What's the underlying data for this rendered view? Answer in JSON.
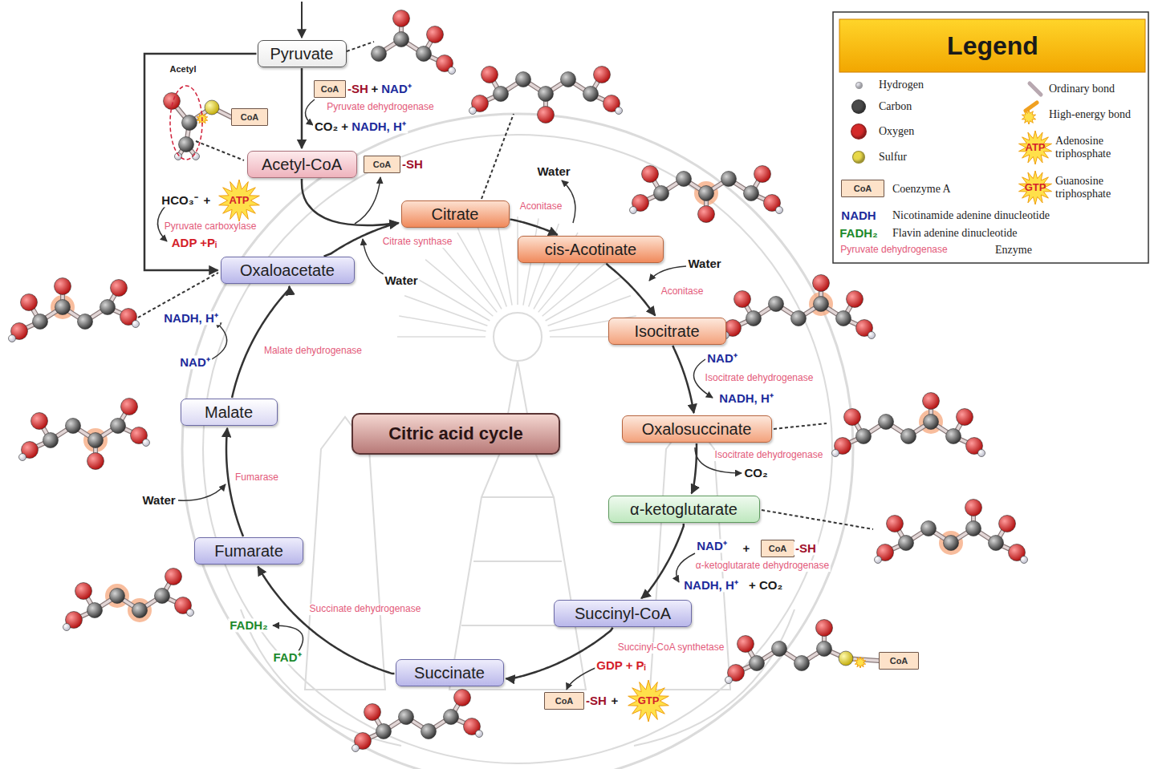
{
  "diagram": {
    "nodes": [
      {
        "text": [
          "Pyruvate"
        ]
      },
      {
        "text": [
          "CoA"
        ]
      },
      {
        "text": [
          "CoA"
        ]
      },
      {
        "text": [
          "Acetyl-CoA"
        ]
      },
      {
        "text": [
          "CoA"
        ]
      },
      {
        "text": [
          "Citrate"
        ]
      },
      {
        "text": [
          "cis-Acotinate"
        ]
      },
      {
        "text": [
          "Isocitrate"
        ]
      },
      {
        "text": [
          "Oxaloacetate"
        ]
      },
      {
        "text": [
          "Citric acid cycle"
        ]
      },
      {
        "text": [
          "Oxalosuccinate"
        ]
      },
      {
        "text": [
          "α-ketoglutarate"
        ]
      },
      {
        "text": [
          "CoA"
        ]
      },
      {
        "text": [
          "Malate"
        ]
      },
      {
        "text": [
          "Fumarate"
        ]
      },
      {
        "text": [
          "Succinyl-CoA"
        ]
      },
      {
        "text": [
          "CoA"
        ]
      },
      {
        "text": [
          "Succinate"
        ]
      },
      {
        "text": [
          "CoA"
        ]
      },
      {
        "text": [
          "CoA"
        ]
      }
    ],
    "edges": [
      {
        "from": 0,
        "to": 3,
        "arrow": "to",
        "label": "Pyruvate dehydrogenase"
      },
      {
        "from": 0,
        "to": 8,
        "arrow": "to",
        "label": "Pyruvate carboxylase"
      },
      {
        "from": 3,
        "to": 5,
        "arrow": "to"
      },
      {
        "from": 8,
        "to": 5,
        "arrow": "to",
        "label": "Citrate synthase"
      },
      {
        "from": 5,
        "to": 6,
        "arrow": "to",
        "label": "Aconitase"
      },
      {
        "from": 6,
        "to": 7,
        "arrow": "to",
        "label": "Aconitase"
      },
      {
        "from": 7,
        "to": 10,
        "arrow": "to",
        "label": "Isocitrate dehydrogenase"
      },
      {
        "from": 10,
        "to": 11,
        "arrow": "to",
        "label": "Isocitrate dehydrogenase"
      },
      {
        "from": 11,
        "to": 15,
        "arrow": "to",
        "label": "α-ketoglutarate dehydrogenase"
      },
      {
        "from": 15,
        "to": 17,
        "arrow": "to",
        "label": "Succinyl-CoA synthetase"
      },
      {
        "from": 17,
        "to": 14,
        "arrow": "to",
        "label": "Succinate dehydrogenase"
      },
      {
        "from": 14,
        "to": 13,
        "arrow": "to",
        "label": "Fumarase"
      },
      {
        "from": 13,
        "to": 8,
        "arrow": "to",
        "label": "Malate dehydrogenase"
      }
    ],
    "labels": [
      "Acetyl",
      "-SH",
      "+",
      "NAD⁺",
      "CO₂ +",
      "NADH, H⁺",
      "-SH",
      "HCO₃⁻",
      "+",
      "ATP",
      "ADP +Pᵢ",
      "Water",
      "Water",
      "Water",
      "NAD⁺",
      "NADH, H⁺",
      "CO₂",
      "NAD⁺",
      "+",
      "-SH",
      "NADH, H⁺",
      "+ CO₂",
      "GDP + Pᵢ",
      "-SH",
      "+",
      "GTP",
      "FADH₂",
      "FAD⁺",
      "Water",
      "NADH, H⁺",
      "NAD⁺",
      "Legend",
      "NADH",
      "FADH₂",
      "Pyruvate dehydrogenase",
      "ATP",
      "GTP"
    ],
    "legend": [
      {
        "text": "Hydrogen",
        "color": "#e6e6ee"
      },
      {
        "text": "Carbon",
        "color": "#4a4a4a"
      },
      {
        "text": "Oxygen",
        "color": "#d42a2a"
      },
      {
        "text": "Sulfur",
        "color": "#e8d84a"
      },
      {
        "text": "Coenzyme A"
      },
      {
        "text": "Nicotinamide adenine dinucleotide"
      },
      {
        "text": "Flavin adenine dinucleotide"
      },
      {
        "text": "Enzyme"
      },
      {
        "text": "Ordinary bond"
      },
      {
        "text": "High-energy bond"
      },
      {
        "text": "Adenosine triphosphate"
      },
      {
        "text": "Guanosine triphosphate"
      }
    ]
  }
}
